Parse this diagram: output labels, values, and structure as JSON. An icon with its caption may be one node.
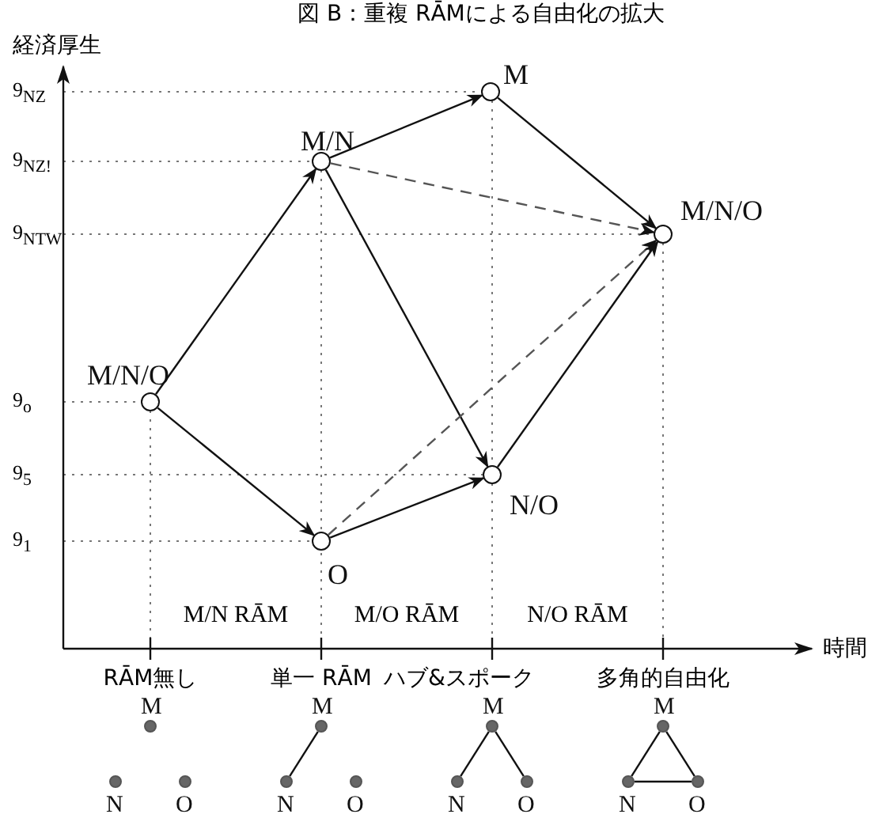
{
  "diagram": {
    "title": "図 B：重複 RĀMによる自由化の拡大",
    "nodes": [
      {
        "text": [
          "M"
        ]
      },
      {
        "text": [
          "M/N"
        ]
      },
      {
        "text": [
          "M/N/O"
        ]
      },
      {
        "text": [
          "M/N/O"
        ]
      },
      {
        "text": [
          "N/O"
        ]
      },
      {
        "text": [
          "O"
        ]
      },
      {
        "text": [
          "M"
        ]
      },
      {
        "text": [
          "M"
        ]
      },
      {
        "text": [
          "M"
        ]
      },
      {
        "text": [
          "M"
        ]
      },
      {
        "text": [
          "N"
        ]
      },
      {
        "text": [
          "O"
        ]
      },
      {
        "text": [
          "N"
        ]
      },
      {
        "text": [
          "O"
        ]
      },
      {
        "text": [
          "N"
        ]
      },
      {
        "text": [
          "O"
        ]
      },
      {
        "text": [
          "N"
        ]
      },
      {
        "text": [
          "O"
        ]
      }
    ],
    "edges": [
      {
        "from": 3,
        "to": 1,
        "arrow": "to"
      },
      {
        "from": 3,
        "to": 5,
        "arrow": "to"
      },
      {
        "from": 1,
        "to": 0,
        "arrow": "to"
      },
      {
        "from": 1,
        "to": 4,
        "arrow": "to"
      },
      {
        "from": 0,
        "to": 2,
        "arrow": "to"
      },
      {
        "from": 1,
        "to": 2,
        "arrow": "to",
        "style": "dashed"
      },
      {
        "from": 5,
        "to": 4,
        "arrow": "to"
      },
      {
        "from": 5,
        "to": 2,
        "arrow": "to",
        "style": "dashed"
      },
      {
        "from": 4,
        "to": 2,
        "arrow": "to"
      },
      {
        "from": 7,
        "to": 12,
        "arrow": "none"
      },
      {
        "from": 8,
        "to": 14,
        "arrow": "none"
      },
      {
        "from": 8,
        "to": 15,
        "arrow": "none"
      },
      {
        "from": 9,
        "to": 16,
        "arrow": "none"
      },
      {
        "from": 9,
        "to": 17,
        "arrow": "none"
      },
      {
        "from": 16,
        "to": 17,
        "arrow": "none"
      }
    ],
    "labels": [
      "経済厚生",
      "9$_{NZ}$",
      "9$_{NZ!}$",
      "9$_{NTW}$",
      "9$_{o}$",
      "9$_{5}$",
      "9$_{1}$",
      "M/N RĀM",
      "M/O RĀM",
      "N/O RĀM",
      "時間",
      "RĀM無し",
      "単一 RĀM",
      "ハブ&スポーク",
      "多角的自由化"
    ]
  }
}
